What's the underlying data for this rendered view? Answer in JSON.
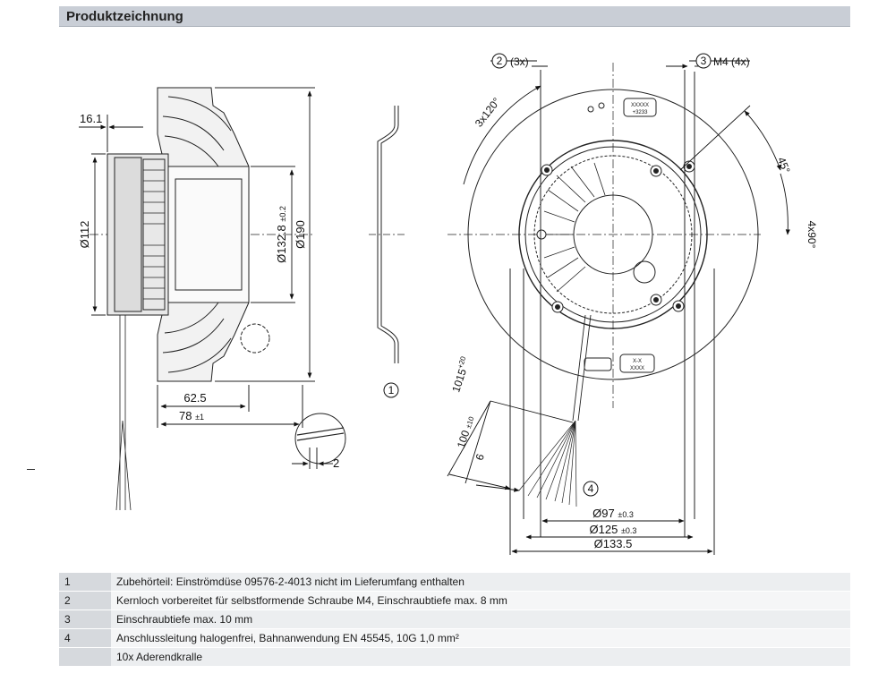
{
  "header": {
    "title": "Produktzeichnung"
  },
  "drawing": {
    "side_view": {
      "dim_16_1": "16.1",
      "dim_d112": "Ø112",
      "dim_d132": "Ø132.8",
      "dim_d132_tol": "±0.2",
      "dim_d190": "Ø190",
      "dim_62_5": "62.5",
      "dim_78": "78",
      "dim_78_tol": "±1",
      "dim_2": "2"
    },
    "callouts": {
      "c1": "1",
      "c2": "2",
      "c3": "3",
      "c4": "4"
    },
    "front_view": {
      "label_3x": "(3x)",
      "label_m4": "M4 (4x)",
      "label_3x120": "3x120°",
      "label_45": "45°",
      "label_4x90": "4x90°",
      "label_1015": "1015",
      "label_1015_tol": "+20",
      "label_100": "100",
      "label_100_tol": "±10",
      "label_6": "6",
      "dim_d97": "Ø97",
      "dim_d97_tol": "±0.3",
      "dim_d125": "Ø125",
      "dim_d125_tol": "±0.3",
      "dim_d133_5": "Ø133.5",
      "plate_top_1": "XXXXX",
      "plate_top_2": "+3233",
      "plate_bottom_1": "X-X",
      "plate_bottom_2": "XXXX"
    }
  },
  "notes": [
    {
      "num": "1",
      "text": "Zubehörteil: Einströmdüse 09576-2-4013 nicht im Lieferumfang enthalten"
    },
    {
      "num": "2",
      "text": "Kernloch vorbereitet für selbstformende Schraube M4, Einschraubtiefe max. 8 mm"
    },
    {
      "num": "3",
      "text": "Einschraubtiefe max. 10 mm"
    },
    {
      "num": "4",
      "text": "Anschlussleitung halogenfrei, Bahnanwendung EN 45545, 10G 1,0 mm²"
    },
    {
      "num": "",
      "text": "10x Aderendkralle"
    }
  ]
}
